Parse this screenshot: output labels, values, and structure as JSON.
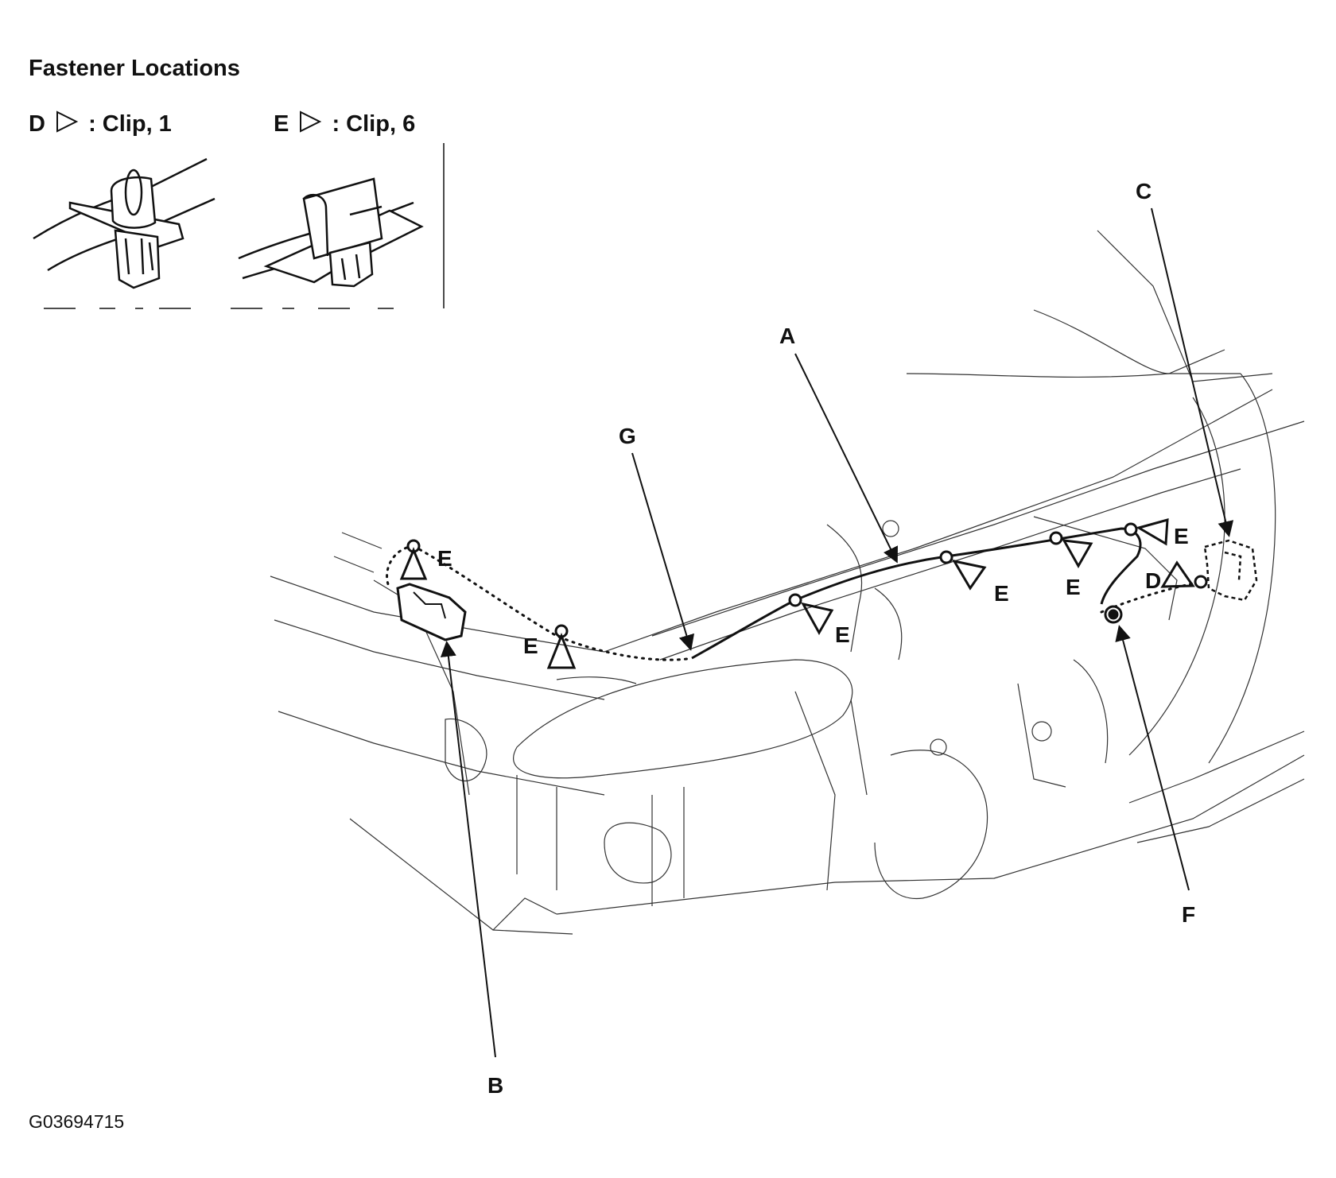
{
  "header": {
    "title": "Fastener Locations"
  },
  "legend": {
    "d": {
      "letter": "D",
      "text": ": Clip, 1"
    },
    "e": {
      "letter": "E",
      "text": ": Clip, 6"
    }
  },
  "callouts": {
    "a": "A",
    "b": "B",
    "c": "C",
    "d": "D",
    "f": "F",
    "g": "G",
    "e": "E"
  },
  "figure_code": "G03694715"
}
